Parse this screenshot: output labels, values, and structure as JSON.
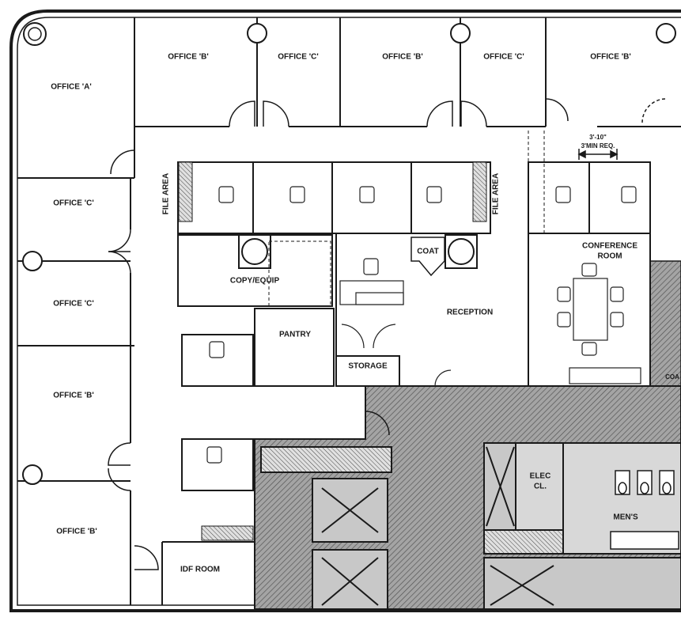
{
  "plan": {
    "rooms": {
      "office_a": "OFFICE 'A'",
      "office_b_top_1": "OFFICE 'B'",
      "office_c_top_1": "OFFICE 'C'",
      "office_b_top_2": "OFFICE 'B'",
      "office_c_top_2": "OFFICE 'C'",
      "office_b_top_3": "OFFICE 'B'",
      "office_c_left_1": "OFFICE 'C'",
      "office_c_left_2": "OFFICE 'C'",
      "office_b_left_1": "OFFICE 'B'",
      "office_b_left_2": "OFFICE 'B'",
      "file_area_1": "FILE AREA",
      "file_area_2": "FILE AREA",
      "copy_equip": "COPY/EQUIP",
      "coat": "COAT",
      "conference_room_line1": "CONFERENCE",
      "conference_room_line2": "ROOM",
      "reception": "RECEPTION",
      "pantry": "PANTRY",
      "storage": "STORAGE",
      "idf_room": "IDF ROOM",
      "elec_cl_line1": "ELEC",
      "elec_cl_line2": "CL.",
      "mens": "MEN'S",
      "coa_partial": "COA"
    },
    "dimension": {
      "length": "3'-10\"",
      "note": "3'MIN REQ."
    },
    "colors": {
      "ink": "#1a1a1a",
      "hatch": "#555555",
      "core_fill": "#9a9a9a",
      "paper": "#ffffff"
    }
  }
}
